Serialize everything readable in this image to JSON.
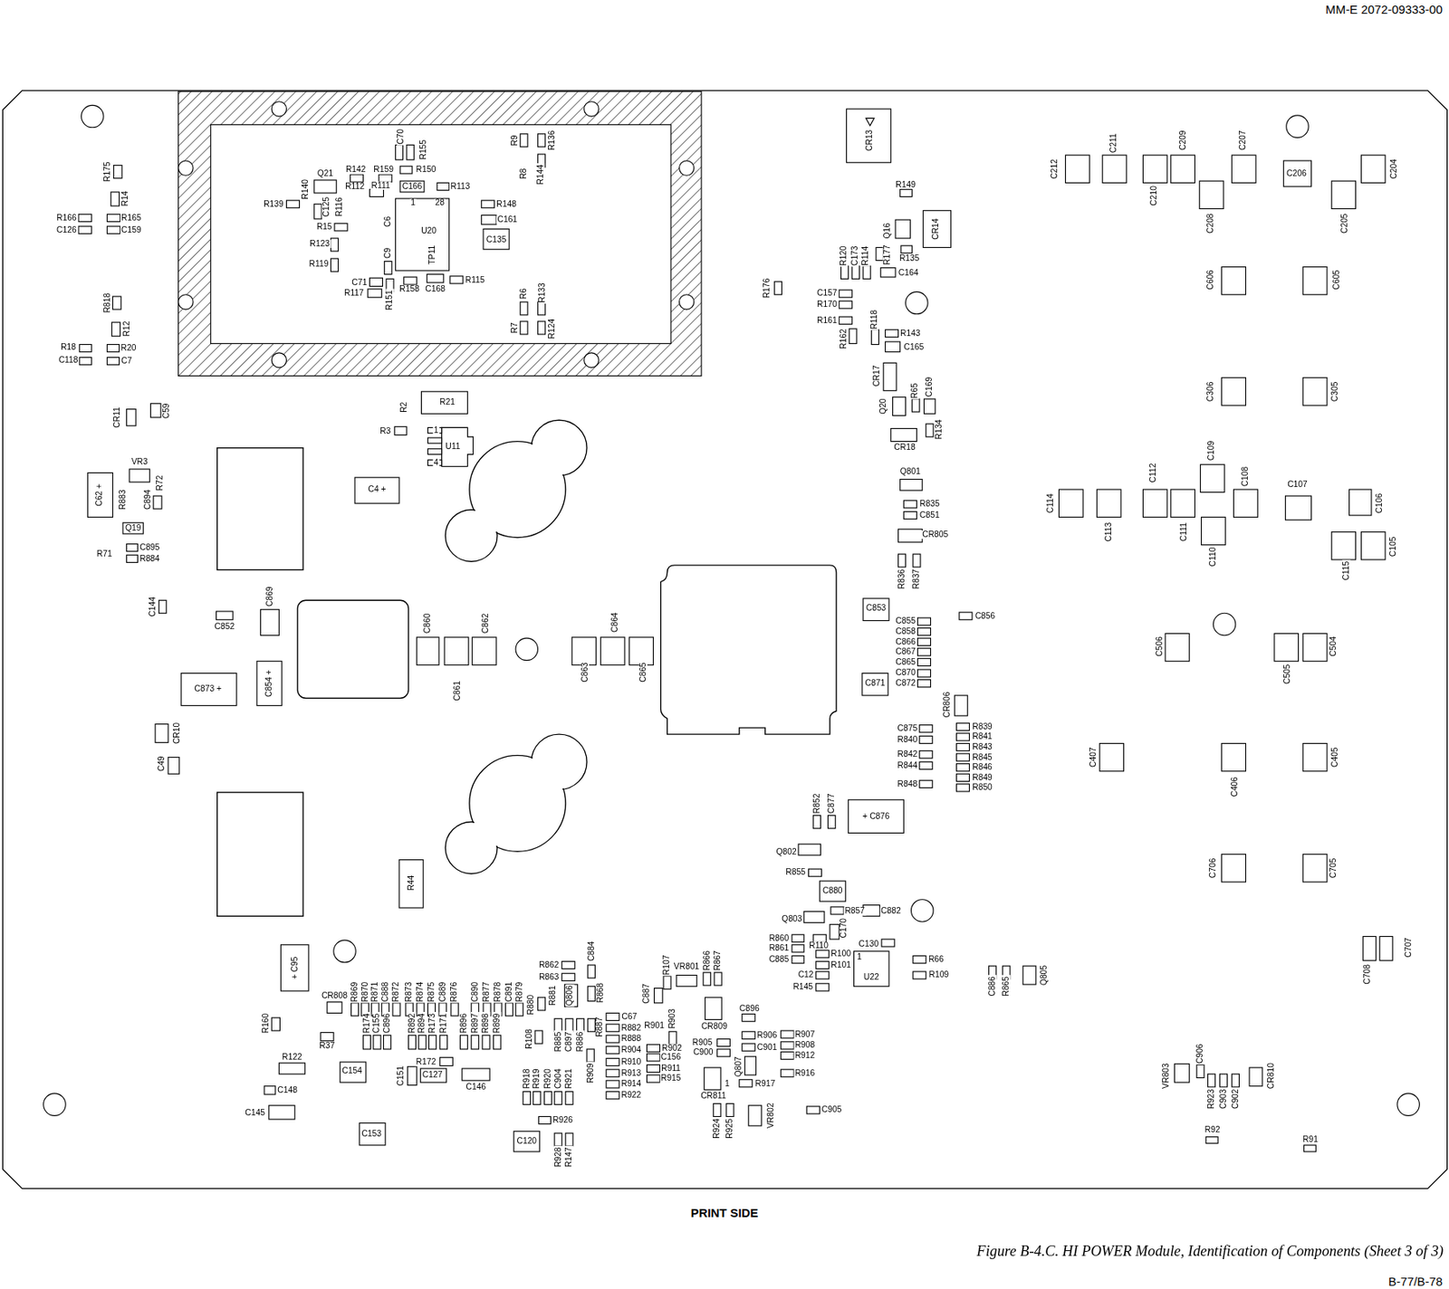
{
  "diagram": {
    "caption": "Figure B-4.C. HI POWER Module, Identification of Components (Sheet 3 of 3)",
    "labels": [
      "R175",
      "R14",
      "R166",
      "R165",
      "C126",
      "C159",
      "R818",
      "R12",
      "R18",
      "R20",
      "C118",
      "C7",
      "CR11",
      "C59",
      "VR3",
      "C62 +",
      "R883",
      "C894",
      "R72",
      "Q19",
      "R71",
      "C895",
      "R884",
      "C144",
      "C852",
      "C869",
      "C873 +",
      "C854 +",
      "CR10",
      "C49",
      "Q21",
      "R140",
      "R142",
      "R159",
      "R150",
      "C70",
      "R155",
      "R112",
      "R111",
      "C166",
      "R113",
      "R139",
      "C125",
      "R116",
      "R15",
      "R123",
      "R119",
      "C6",
      "C9",
      "1",
      "28",
      "U20",
      "TP11",
      "R148",
      "C161",
      "C135",
      "C71",
      "R117",
      "R151",
      "R158",
      "C168",
      "R115",
      "R9",
      "R136",
      "R8",
      "R144",
      "R6",
      "R133",
      "R7",
      "R124",
      "R2",
      "R21",
      "R3",
      "1",
      "U11",
      "4",
      "C4 +",
      "C860",
      "C862",
      "C861",
      "C864",
      "C863",
      "C865",
      "R44",
      "CR13",
      "R149",
      "Q16",
      "CR14",
      "R135",
      "R177",
      "R120",
      "C173",
      "R114",
      "C164",
      "R176",
      "C157",
      "R170",
      "R161",
      "R162",
      "R118",
      "R143",
      "C165",
      "CR17",
      "R65",
      "C169",
      "Q20",
      "CR18",
      "R134",
      "Q801",
      "R835",
      "C851",
      "CR805",
      "R836",
      "R837",
      "C853",
      "C856",
      "C855",
      "C858",
      "C866",
      "C867",
      "C865",
      "C870",
      "C872",
      "C871",
      "CR806",
      "C875",
      "R840",
      "R842",
      "R844",
      "R848",
      "R839",
      "R841",
      "R843",
      "R845",
      "R846",
      "R849",
      "R850",
      "R852",
      "C877",
      "+ C876",
      "Q802",
      "R855",
      "C880",
      "Q803",
      "R857",
      "C882",
      "C170",
      "C130",
      "R860",
      "R861",
      "C885",
      "R110",
      "R100",
      "R101",
      "1",
      "U22",
      "C12",
      "R145",
      "R66",
      "R109",
      "C886",
      "R865",
      "Q805",
      "C212",
      "C211",
      "C210",
      "C209",
      "C208",
      "C207",
      "C206",
      "C205",
      "C204",
      "C606",
      "C605",
      "C306",
      "C305",
      "C109",
      "C112",
      "C108",
      "C107",
      "C106",
      "C114",
      "C113",
      "C111",
      "C110",
      "C115",
      "C105",
      "C506",
      "C505",
      "C504",
      "C407",
      "C406",
      "C405",
      "C706",
      "C705",
      "C708",
      "C707",
      "VR803",
      "C906",
      "R923",
      "C903",
      "C902",
      "CR810",
      "R92",
      "R91",
      "+ C95",
      "CR808",
      "R160",
      "R37",
      "R122",
      "C148",
      "C145",
      "C154",
      "C153",
      "R869",
      "R870",
      "R871",
      "C888",
      "R872",
      "R873",
      "R874",
      "R875",
      "C889",
      "R876",
      "C890",
      "R877",
      "R878",
      "C891",
      "R879",
      "R174",
      "C155",
      "C896",
      "R892",
      "R894",
      "R173",
      "R171",
      "R896",
      "R897",
      "R898",
      "R899",
      "R172",
      "C151",
      "C127",
      "C146",
      "R862",
      "R863",
      "C884",
      "R880",
      "R881",
      "Q806",
      "R868",
      "R108",
      "R885",
      "C897",
      "R886",
      "R887",
      "R918",
      "R919",
      "R920",
      "C904",
      "R921",
      "R909",
      "R926",
      "C120",
      "R928",
      "R147",
      "C67",
      "R882",
      "R888",
      "R904",
      "R910",
      "R913",
      "R914",
      "R922",
      "R901",
      "R903",
      "R902",
      "C156",
      "R911",
      "R915",
      "C887",
      "R107",
      "VR801",
      "R866",
      "R867",
      "CR809",
      "C896",
      "R905",
      "C900",
      "R906",
      "C901",
      "R907",
      "R908",
      "R912",
      "R916",
      "Q807",
      "R917",
      "CR811",
      "1",
      "R924",
      "R925",
      "VR802",
      "C905",
      "PRINT SIDE",
      "B-77/B-78",
      "MM-E 2072-09333-00"
    ]
  }
}
